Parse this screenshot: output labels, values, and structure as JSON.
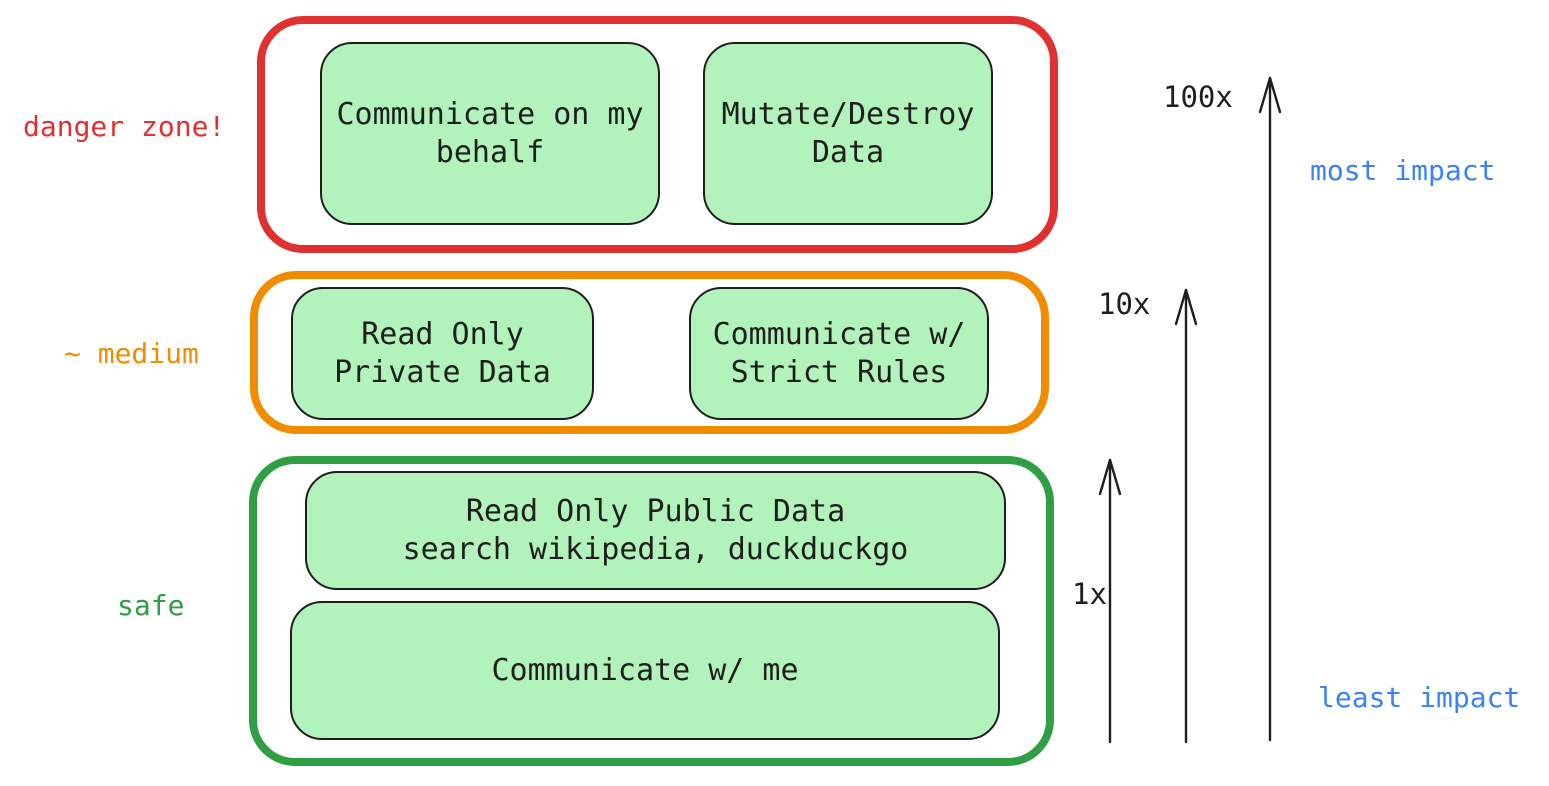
{
  "diagram": {
    "zones": [
      {
        "label": "danger zone!",
        "color": "#e03131",
        "boxes": [
          {
            "text": "Communicate on my\nbehalf"
          },
          {
            "text": "Mutate/Destroy\nData"
          }
        ]
      },
      {
        "label": "~ medium",
        "color": "#f08c00",
        "boxes": [
          {
            "text": "Read Only\nPrivate Data"
          },
          {
            "text": "Communicate w/\nStrict Rules"
          }
        ]
      },
      {
        "label": "safe",
        "color": "#2f9e44",
        "boxes": [
          {
            "text": "Read Only Public Data\nsearch wikipedia, duckduckgo"
          },
          {
            "text": "Communicate w/ me"
          }
        ]
      }
    ],
    "scale_arrows": [
      {
        "label": "100x"
      },
      {
        "label": "10x"
      },
      {
        "label": "1x"
      }
    ],
    "impact_labels": {
      "most": "most impact",
      "least": "least impact"
    },
    "colors": {
      "danger_zone": "#e03131",
      "medium_zone": "#f08c00",
      "safe_zone": "#2f9e44",
      "box_fill": "#b2f2bb",
      "box_border": "#1e1e1e",
      "impact_text": "#3b82f6"
    }
  }
}
